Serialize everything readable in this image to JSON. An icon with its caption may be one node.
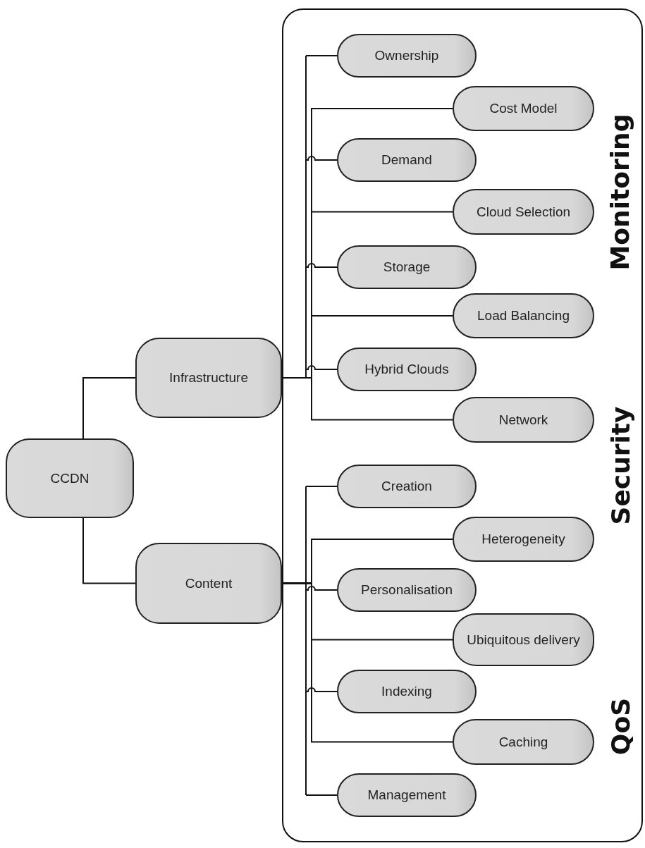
{
  "diagram": {
    "nodes": [
      {
        "text": [
          "CCDN"
        ]
      },
      {
        "text": [
          "Infrastructure"
        ]
      },
      {
        "text": [
          "Content"
        ]
      },
      {
        "text": [
          "Monitoring",
          "Security",
          "QoS"
        ]
      },
      {
        "text": [
          "Ownership"
        ],
        "in": 3
      },
      {
        "text": [
          "Cost Model"
        ],
        "in": 3
      },
      {
        "text": [
          "Demand"
        ],
        "in": 3
      },
      {
        "text": [
          "Cloud Selection"
        ],
        "in": 3
      },
      {
        "text": [
          "Storage"
        ],
        "in": 3
      },
      {
        "text": [
          "Load Balancing"
        ],
        "in": 3
      },
      {
        "text": [
          "Hybrid Clouds"
        ],
        "in": 3
      },
      {
        "text": [
          "Network"
        ],
        "in": 3
      },
      {
        "text": [
          "Creation"
        ],
        "in": 3
      },
      {
        "text": [
          "Heterogeneity"
        ],
        "in": 3
      },
      {
        "text": [
          "Personalisation"
        ],
        "in": 3
      },
      {
        "text": [
          "Ubiquitous delivery"
        ],
        "in": 3
      },
      {
        "text": [
          "Indexing"
        ],
        "in": 3
      },
      {
        "text": [
          "Caching"
        ],
        "in": 3
      },
      {
        "text": [
          "Management"
        ],
        "in": 3
      }
    ],
    "edges": [
      {
        "from": 0,
        "to": 1,
        "arrow": "none"
      },
      {
        "from": 0,
        "to": 2,
        "arrow": "none"
      },
      {
        "from": 1,
        "to": 4,
        "arrow": "none"
      },
      {
        "from": 1,
        "to": 5,
        "arrow": "none"
      },
      {
        "from": 1,
        "to": 6,
        "arrow": "none"
      },
      {
        "from": 1,
        "to": 7,
        "arrow": "none"
      },
      {
        "from": 1,
        "to": 8,
        "arrow": "none"
      },
      {
        "from": 1,
        "to": 9,
        "arrow": "none"
      },
      {
        "from": 1,
        "to": 10,
        "arrow": "none"
      },
      {
        "from": 1,
        "to": 11,
        "arrow": "none"
      },
      {
        "from": 2,
        "to": 12,
        "arrow": "none"
      },
      {
        "from": 2,
        "to": 13,
        "arrow": "none"
      },
      {
        "from": 2,
        "to": 14,
        "arrow": "none"
      },
      {
        "from": 2,
        "to": 15,
        "arrow": "none"
      },
      {
        "from": 2,
        "to": 16,
        "arrow": "none"
      },
      {
        "from": 2,
        "to": 17,
        "arrow": "none"
      },
      {
        "from": 2,
        "to": 18,
        "arrow": "none"
      }
    ]
  }
}
